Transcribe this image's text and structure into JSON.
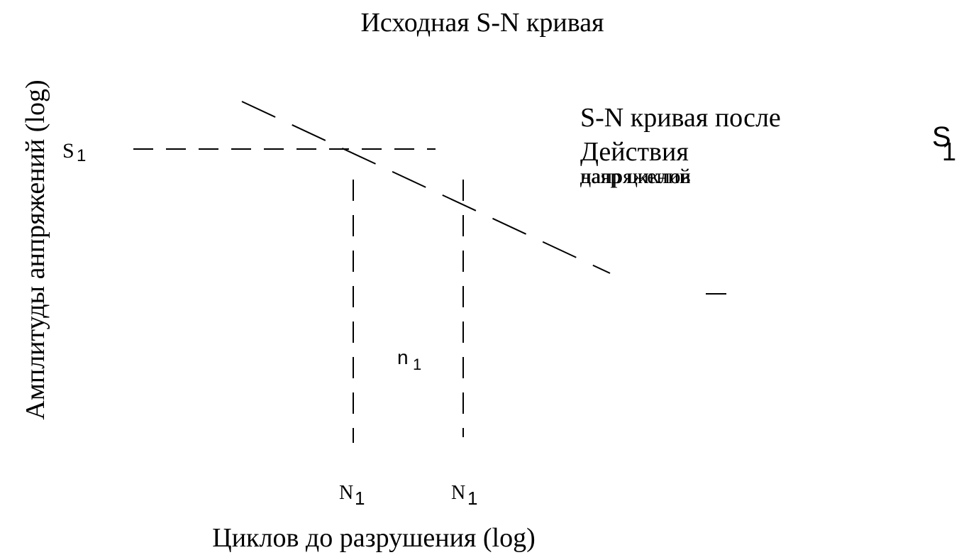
{
  "diagram": {
    "title": "Исходная S-N кривая",
    "ylabel": "Амплитуды анпряжений (log)",
    "xlabel": "Циклов до разрушения  (log)",
    "curve_label": {
      "line1": "S-N кривая после",
      "line2": "Действия",
      "line3a": "напряжений",
      "line3b": "даяр циклов"
    },
    "stress_level": {
      "main": "S",
      "sub": "1"
    },
    "stress_level_right": {
      "main": "S",
      "sub": "1"
    },
    "cycles_left": {
      "main": "N",
      "sub": "1"
    },
    "cycles_right": {
      "main": "N",
      "sub": "1"
    },
    "applied_cycles": {
      "main": "n",
      "sub": "1"
    }
  },
  "colors": {
    "ink": "#000000",
    "background": "#ffffff"
  }
}
